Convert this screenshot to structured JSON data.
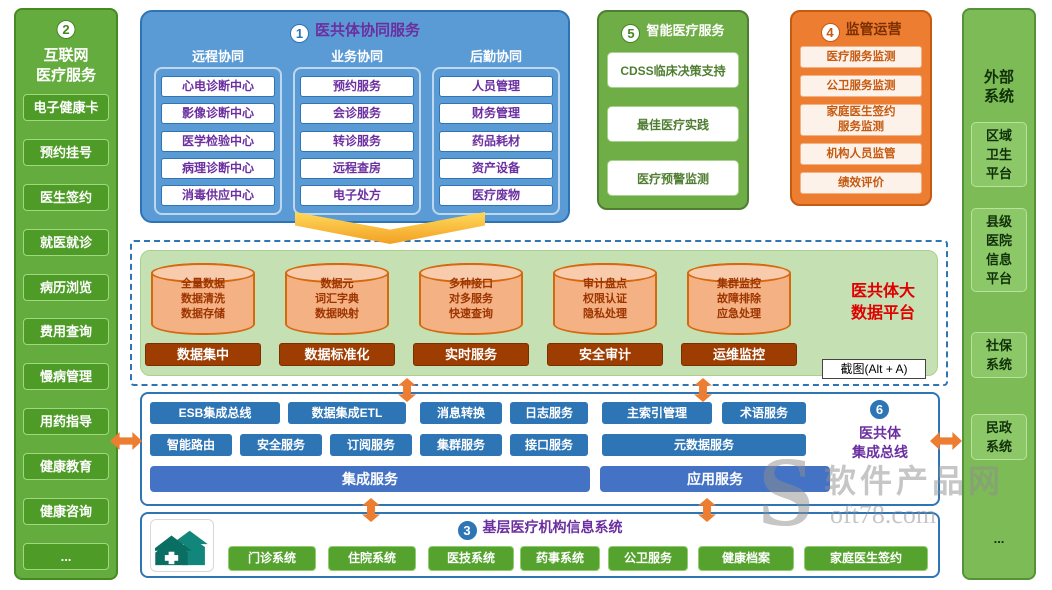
{
  "colors": {
    "green_panel": "#65AC3E",
    "blue_panel": "#5B9BD5",
    "deep_blue": "#2E75B6",
    "royal_blue": "#4472C4",
    "green_box": "#6FAD47",
    "orange_box": "#ED7D31",
    "cylinder_fill": "#F4B183",
    "rust_label": "#9E3D02",
    "purple_title": "#6B2FA0",
    "red_title": "#E00000",
    "platform_bg": "#C5E0B3"
  },
  "left_sidebar": {
    "badge": "2",
    "title": "互联网\n医疗服务",
    "items": [
      "电子健康卡",
      "预约挂号",
      "医生签约",
      "就医就诊",
      "病历浏览",
      "费用查询",
      "慢病管理",
      "用药指导",
      "健康教育",
      "健康咨询",
      "..."
    ]
  },
  "collab": {
    "badge": "1",
    "title": "医共体协同服务",
    "columns": [
      {
        "header": "远程协同",
        "items": [
          "心电诊断中心",
          "影像诊断中心",
          "医学检验中心",
          "病理诊断中心",
          "消毒供应中心"
        ]
      },
      {
        "header": "业务协同",
        "items": [
          "预约服务",
          "会诊服务",
          "转诊服务",
          "远程查房",
          "电子处方"
        ]
      },
      {
        "header": "后勤协同",
        "items": [
          "人员管理",
          "财务管理",
          "药品耗材",
          "资产设备",
          "医疗废物"
        ]
      }
    ]
  },
  "smart": {
    "badge": "5",
    "title": "智能医疗服务",
    "items": [
      "CDSS临床决策支持",
      "最佳医疗实践",
      "医疗预警监测"
    ]
  },
  "supervision": {
    "badge": "4",
    "title": "监管运营",
    "items": [
      "医疗服务监测",
      "公卫服务监测",
      "家庭医生签约\n服务监测",
      "机构人员监管",
      "绩效评价"
    ]
  },
  "external": {
    "title": "外部\n系统",
    "items": [
      "区域\n卫生\n平台",
      "县级\n医院\n信息\n平台",
      "社保\n系统",
      "民政\n系统",
      "..."
    ]
  },
  "bigdata": {
    "title": "医共体大\n数据平台",
    "stacks": [
      {
        "lines": "全量数据\n数据清洗\n数据存储",
        "label": "数据集中"
      },
      {
        "lines": "数据元\n词汇字典\n数据映射",
        "label": "数据标准化"
      },
      {
        "lines": "多种接口\n对多服务\n快速查询",
        "label": "实时服务"
      },
      {
        "lines": "审计盘点\n权限认证\n隐私处理",
        "label": "安全审计"
      },
      {
        "lines": "集群监控\n故障排除\n应急处理",
        "label": "运维监控"
      }
    ]
  },
  "screenshot_tooltip": "截图(Alt + A)",
  "bus": {
    "badge": "6",
    "title": "医共体\n集成总线",
    "row1": [
      "ESB集成总线",
      "数据集成ETL",
      "消息转换",
      "日志服务",
      "主索引管理",
      "术语服务"
    ],
    "row2": [
      "智能路由",
      "安全服务",
      "订阅服务",
      "集群服务",
      "接口服务",
      "元数据服务"
    ],
    "row3": [
      "集成服务",
      "应用服务"
    ]
  },
  "grassroots": {
    "badge": "3",
    "title": "基层医疗机构信息系统",
    "items": [
      "门诊系统",
      "住院系统",
      "医技系统",
      "药事系统",
      "公卫服务",
      "健康档案",
      "家庭医生签约"
    ]
  },
  "watermark": {
    "symbol": "S",
    "name": "软件产品网",
    "domain": "oft78.com"
  }
}
